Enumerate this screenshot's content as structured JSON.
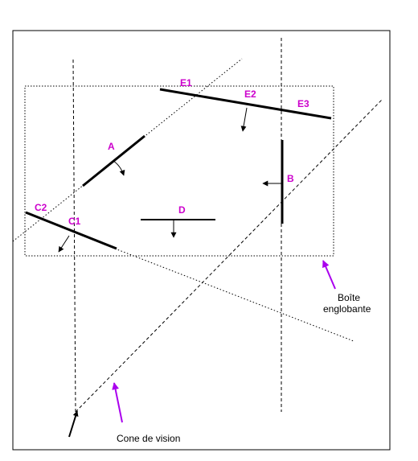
{
  "colors": {
    "label": "#cc00cc",
    "annotation_arrow": "#aa00ee",
    "stroke": "#000000",
    "background": "#ffffff"
  },
  "segments": {
    "a": "A",
    "b": "B",
    "c1": "C1",
    "c2": "C2",
    "d": "D",
    "e1": "E1",
    "e2": "E2",
    "e3": "E3"
  },
  "annotations": {
    "bounding_box_line1": "Boîte",
    "bounding_box_line2": "englobante",
    "view_cone": "Cone de vision"
  }
}
